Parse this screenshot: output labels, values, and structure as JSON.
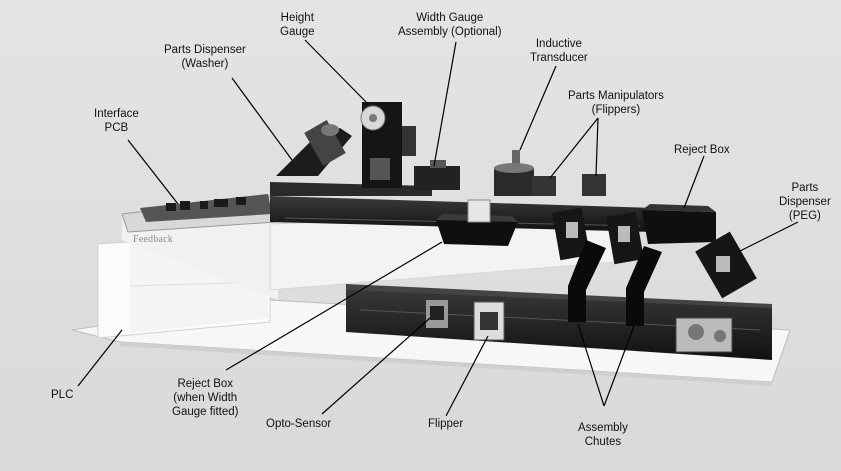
{
  "labels": {
    "height_gauge": "Height\nGauge",
    "width_gauge": "Width Gauge\nAssembly (Optional)",
    "inductive_transducer": "Inductive\nTransducer",
    "parts_dispenser_washer": "Parts Dispenser\n(Washer)",
    "parts_manipulators": "Parts Manipulators\n(Flippers)",
    "interface_pcb": "Interface\nPCB",
    "reject_box": "Reject Box",
    "parts_dispenser_peg": "Parts\nDispenser\n(PEG)",
    "plc": "PLC",
    "reject_box_width": "Reject Box\n(when Width\nGauge fitted)",
    "opto_sensor": "Opto-Sensor",
    "flipper": "Flipper",
    "assembly_chutes": "Assembly\nChutes"
  },
  "brand": "Feedback"
}
